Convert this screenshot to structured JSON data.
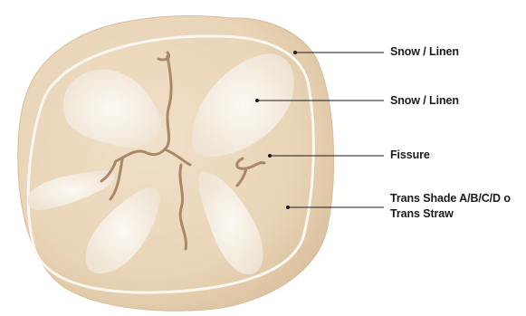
{
  "diagram": {
    "labels": [
      {
        "id": "outer",
        "lines": [
          "Snow / Linen"
        ]
      },
      {
        "id": "cusp",
        "lines": [
          "Snow / Linen"
        ]
      },
      {
        "id": "fissure",
        "lines": [
          "Fissure"
        ]
      },
      {
        "id": "trans",
        "lines": [
          "Trans Shade A/B/C/D o",
          "Trans Straw"
        ]
      }
    ],
    "colors": {
      "tooth_body": "#ebd8bc",
      "tooth_shade": "#dec6a3",
      "outline_line": "#fbf7f0",
      "cusp_fill": "#f8f3ec",
      "fissure": "#a88869",
      "leader_line": "#1a1a1a",
      "label_text": "#1a1a1a"
    }
  }
}
